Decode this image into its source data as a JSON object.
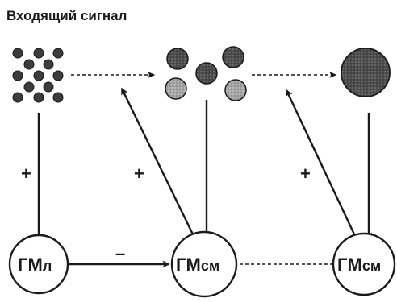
{
  "title": "Входящий сигнал",
  "nodes": {
    "gml": {
      "main": "ГМ",
      "sub": "л"
    },
    "gmsm_middle": {
      "main": "ГМ",
      "sub": "см"
    },
    "gmsm_right": {
      "main": "ГМ",
      "sub": "см"
    }
  },
  "signs": {
    "plus_left": "+",
    "plus_middle": "+",
    "plus_right": "+",
    "minus": "–"
  },
  "colors": {
    "ink": "#1a1a1a",
    "small_particle": "#3c3c3c",
    "medium_particle_dark": "#4a4a4a",
    "medium_particle_light": "#9a9a9a",
    "large_particle": "#5a5a5a"
  }
}
